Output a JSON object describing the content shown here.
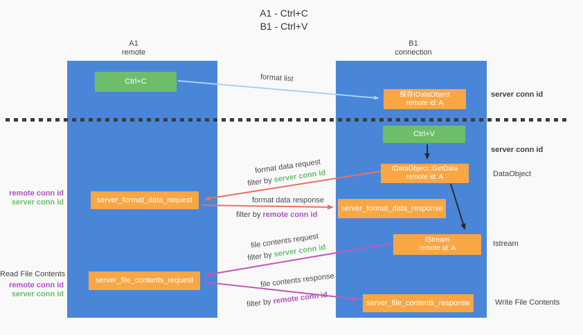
{
  "title": {
    "line1": "A1 - Ctrl+C",
    "line2": "B1 - Ctrl+V"
  },
  "lifelines": {
    "left": {
      "id": "A1",
      "role": "remote"
    },
    "right": {
      "id": "B1",
      "role": "connection"
    }
  },
  "boxes": {
    "ctrl_c": {
      "label": "Ctrl+C"
    },
    "ctrl_v": {
      "label": "Ctrl+V"
    },
    "save_dataobject": {
      "line1": "保存IDataObject",
      "line2": "remote id: A"
    },
    "getdata": {
      "line1": "IDataObject::GetData",
      "line2": "remote id: A"
    },
    "istream": {
      "line1": "IStream",
      "line2": "remote id: A"
    },
    "format_request": {
      "label": "server_format_data_request"
    },
    "format_response": {
      "label": "server_format_data_response"
    },
    "file_request": {
      "label": "server_file_contents_request"
    },
    "file_response": {
      "label": "server_file_contents_response"
    }
  },
  "labels": {
    "format_list": "format list",
    "format_data_request": "format data request",
    "format_data_response": "format data response",
    "file_contents_request": "file contents request",
    "file_contents_response": "file contents response",
    "filter_by": "filter by",
    "server_conn_id": "server conn id",
    "remote_conn_id": "remote conn id",
    "read_file_contents": "Read File Contents",
    "write_file_contents": "Write File Contents",
    "dataobject": "DataObject",
    "istream": "Istream"
  },
  "colors": {
    "column_blue": "#4a86d8",
    "box_green": "#6dbd6d",
    "box_orange": "#f9a644",
    "green_text": "#6abf69",
    "purple_text": "#b04fc4",
    "red_arrow": "#ee6e62",
    "magenta_arrow": "#c257be",
    "light_blue_arrow": "#a9d3ef",
    "black_arrow": "#2b2b2b",
    "background": "#f9f9f9"
  }
}
